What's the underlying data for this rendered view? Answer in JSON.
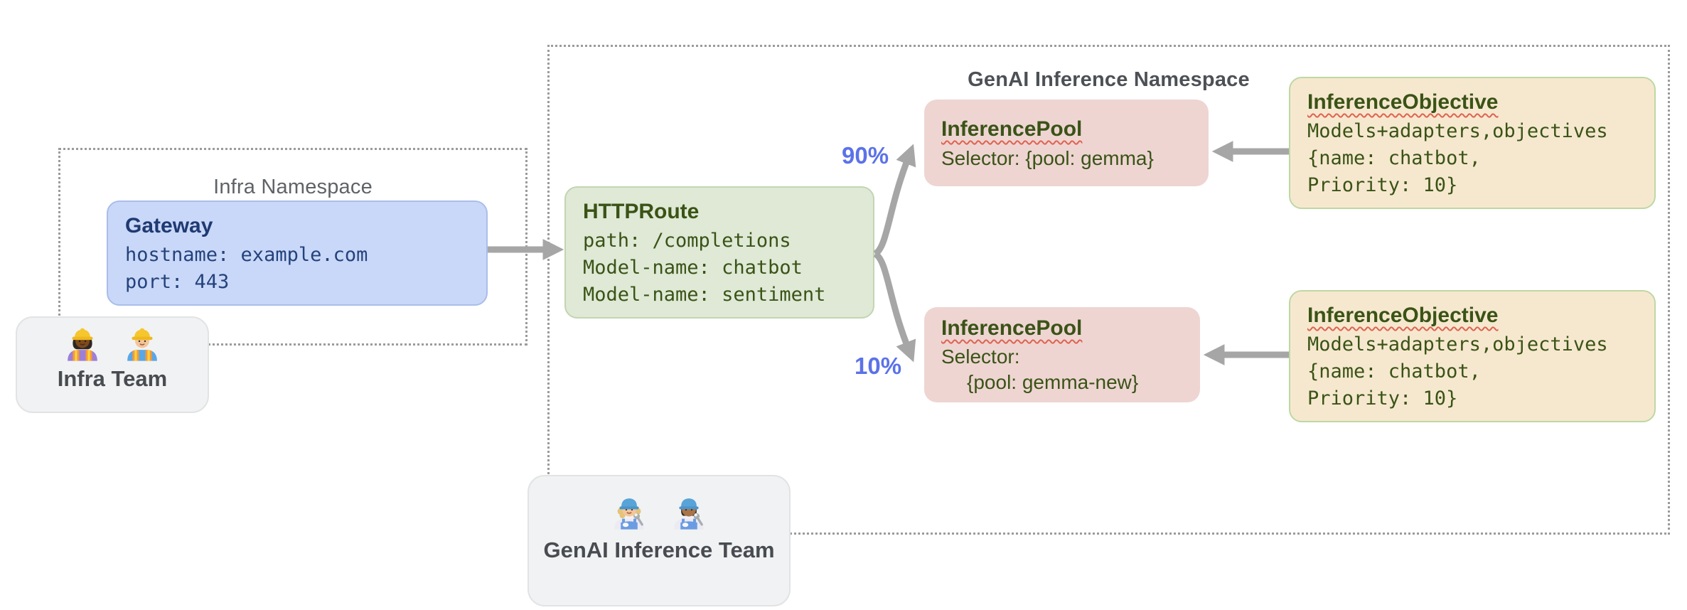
{
  "diagram": {
    "infra_namespace": {
      "title": "Infra Namespace",
      "gateway": {
        "title": "Gateway",
        "lines": [
          "hostname: example.com",
          "port: 443"
        ]
      }
    },
    "genai_namespace": {
      "title": "GenAI Inference Namespace",
      "httproute": {
        "title": "HTTPRoute",
        "lines": [
          "path: /completions",
          "Model-name: chatbot",
          "Model-name: sentiment"
        ]
      },
      "inference_pool_top": {
        "title": "InferencePool",
        "lines": [
          "Selector: {pool: gemma}"
        ]
      },
      "inference_pool_bottom": {
        "title": "InferencePool",
        "lines": [
          "Selector:",
          "{pool: gemma-new}"
        ]
      },
      "inference_objective_top": {
        "title": "InferenceObjective",
        "lines": [
          "Models+adapters,objectives",
          "{name: chatbot,",
          "Priority: 10}"
        ]
      },
      "inference_objective_bottom": {
        "title": "InferenceObjective",
        "lines": [
          "Models+adapters,objectives",
          "{name: chatbot,",
          "Priority: 10}"
        ]
      },
      "traffic_split": {
        "top_label": "90%",
        "bottom_label": "10%"
      }
    },
    "teams": {
      "infra": {
        "label": "Infra Team",
        "icons": [
          "woman-construction-worker-emoji",
          "man-construction-worker-emoji"
        ]
      },
      "genai": {
        "label": "GenAI Inference Team",
        "icons": [
          "woman-mechanic-emoji",
          "man-mechanic-emoji"
        ]
      }
    },
    "colors": {
      "gateway_fill": "#c9d8f8",
      "httproute_fill": "#dfe9d6",
      "inference_pool_fill": "#eed5d2",
      "inference_objective_fill": "#f6e8cf",
      "traffic_percent_blue": "#5b72e8",
      "arrow_gray": "#a6a6a6",
      "spellcheck_red": "#df6350",
      "namespace_border_gray": "#9b9b9b"
    }
  }
}
